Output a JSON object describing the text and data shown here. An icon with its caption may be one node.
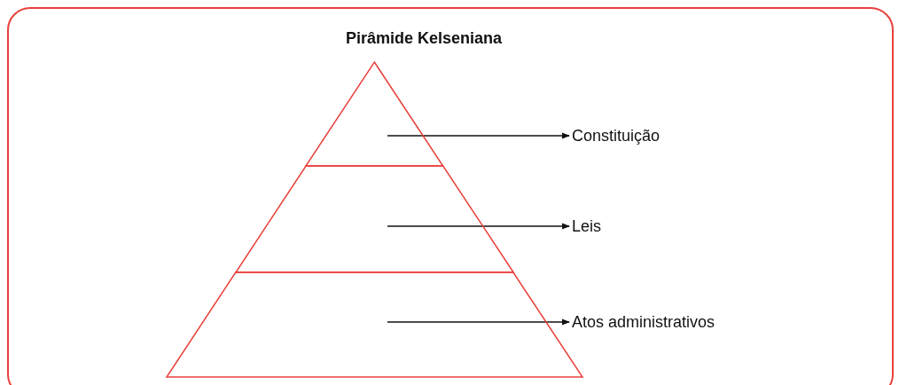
{
  "diagram": {
    "title": "Pirâmide Kelseniana",
    "nodes": [
      {
        "text": [],
        "shape": "triangle"
      },
      {
        "text": [],
        "shape": "trapezoid"
      },
      {
        "text": [],
        "shape": "trapezoid"
      },
      {
        "text": [
          "Constituição"
        ]
      },
      {
        "text": [
          "Leis"
        ]
      },
      {
        "text": [
          "Atos administrativos"
        ]
      }
    ],
    "edges": [
      {
        "from": 0,
        "to": 3,
        "arrow": "to"
      },
      {
        "from": 1,
        "to": 4,
        "arrow": "to"
      },
      {
        "from": 2,
        "to": 5,
        "arrow": "to"
      }
    ]
  }
}
